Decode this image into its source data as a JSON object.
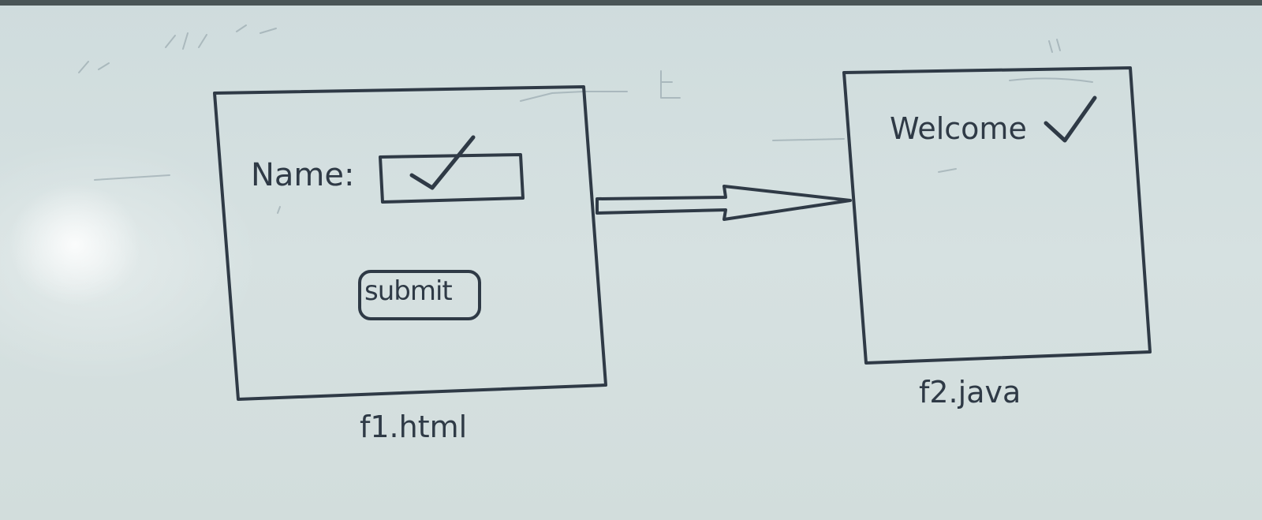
{
  "form_page": {
    "name_label": "Name:",
    "submit_label": "submit",
    "caption": "f1.html"
  },
  "response_page": {
    "welcome_text": "Welcome",
    "caption": "f2.java"
  },
  "colors": {
    "ink": "#2f3a46",
    "board": "#d3dedf"
  },
  "icons": {
    "form_check": "check-icon",
    "welcome_check": "check-icon",
    "flow_arrow": "arrow-right-icon"
  }
}
